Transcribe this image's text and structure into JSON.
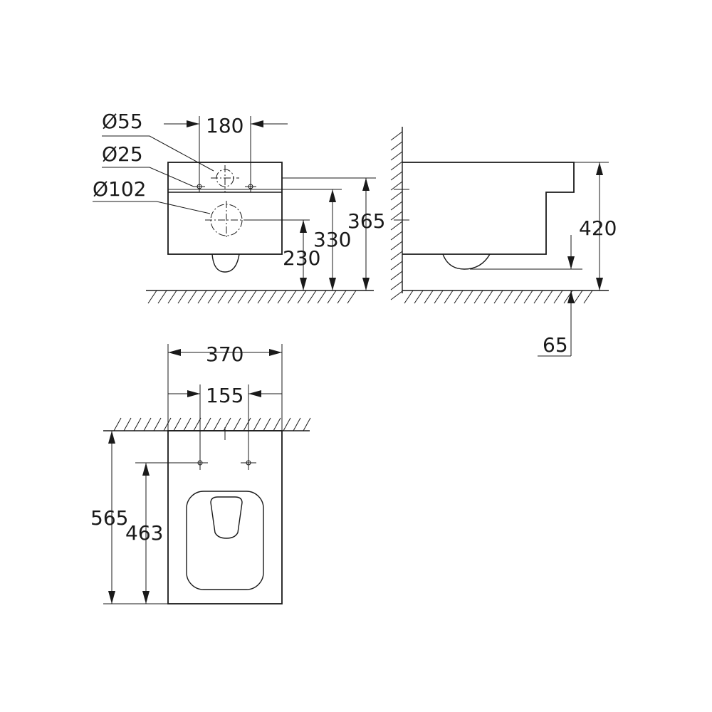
{
  "front_view": {
    "labels": {
      "dia_55": "Ø55",
      "dia_25": "Ø25",
      "dia_102": "Ø102",
      "dim_180": "180",
      "dim_365": "365",
      "dim_330": "330",
      "dim_230": "230"
    }
  },
  "side_view": {
    "labels": {
      "dim_420": "420",
      "dim_65": "65"
    }
  },
  "top_view": {
    "labels": {
      "dim_370": "370",
      "dim_155": "155",
      "dim_565": "565",
      "dim_463": "463"
    }
  },
  "colors": {
    "line": "#1a1a1a",
    "background": "#ffffff"
  }
}
